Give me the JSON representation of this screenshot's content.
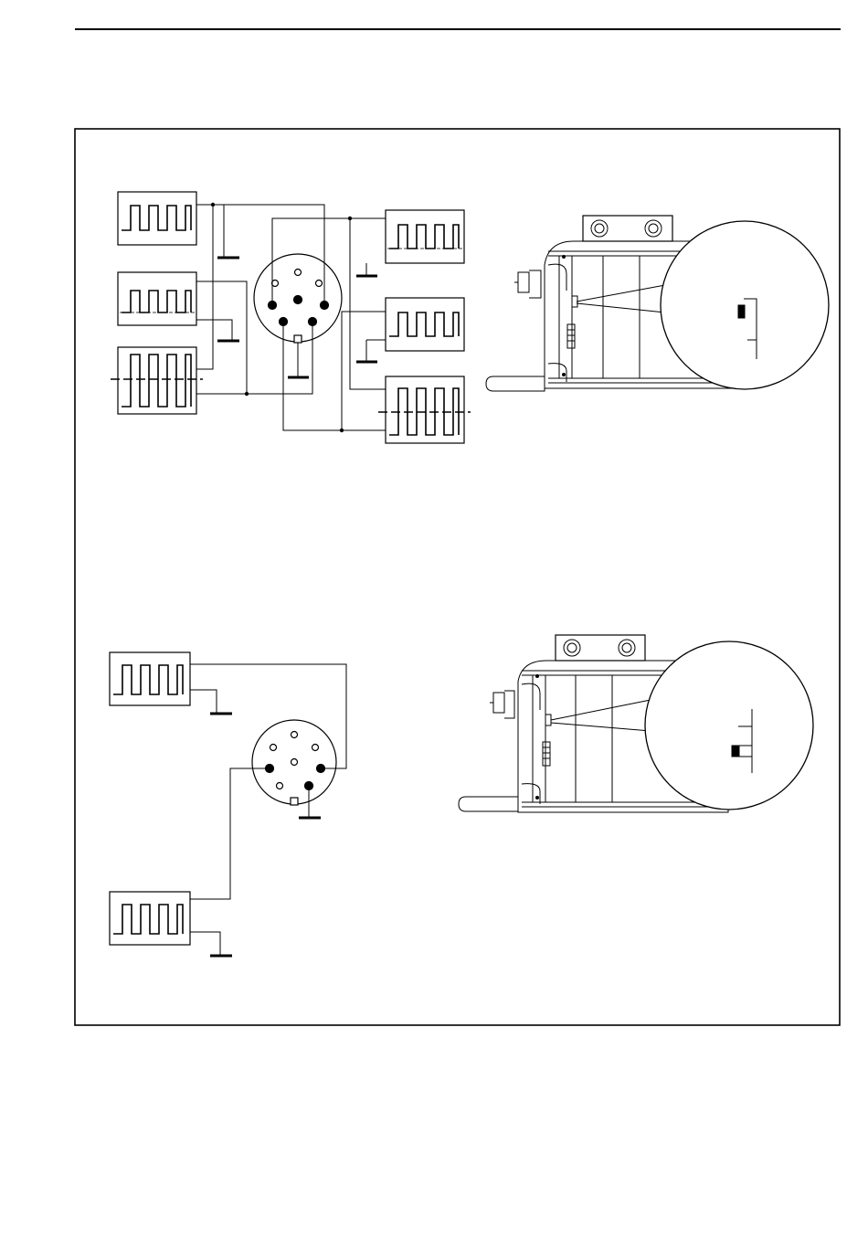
{
  "figure": {
    "line_color": "#000000",
    "background": "#ffffff",
    "panels": [
      {
        "scopes": [
          {
            "icon": "square-wave-icon",
            "style": "square"
          },
          {
            "icon": "square-wave-icon",
            "style": "square-dashed"
          },
          {
            "icon": "square-wave-icon",
            "style": "square-centered"
          },
          {
            "icon": "square-wave-icon",
            "style": "square-dashed"
          },
          {
            "icon": "square-wave-icon",
            "style": "square"
          },
          {
            "icon": "square-wave-icon",
            "style": "square-centered"
          }
        ],
        "connector": {
          "icon": "round-connector-icon",
          "pins": 7
        },
        "device": {
          "icon": "sensor-unit-icon",
          "dip_switches": 4
        }
      },
      {
        "scopes": [
          {
            "icon": "square-wave-icon",
            "style": "square"
          },
          {
            "icon": "square-wave-icon",
            "style": "square"
          }
        ],
        "connector": {
          "icon": "round-connector-icon",
          "pins": 7
        },
        "device": {
          "icon": "sensor-unit-icon",
          "dip_switches": 4
        }
      }
    ]
  }
}
